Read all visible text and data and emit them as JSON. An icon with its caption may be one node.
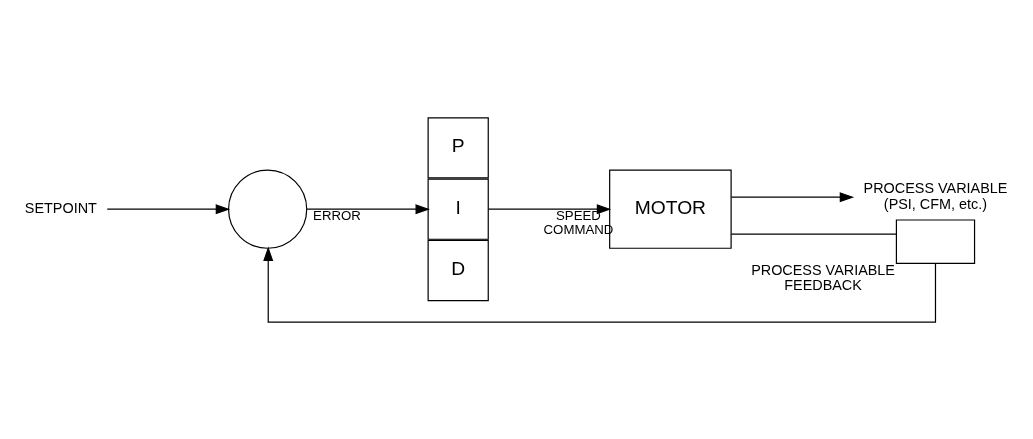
{
  "diagram": {
    "nodes": [
      {
        "text": [
          "SETPOINT"
        ]
      },
      {
        "text": [],
        "shape": "circle"
      },
      {
        "text": [
          "P"
        ]
      },
      {
        "text": [
          "I"
        ]
      },
      {
        "text": [
          "D"
        ]
      },
      {
        "text": [
          "MOTOR"
        ]
      },
      {
        "text": [
          "PROCESS VARIABLE (PSI, CFM, etc.)"
        ]
      },
      {
        "text": [],
        "shape": "box",
        "beside": [
          "PROCESS VARIABLE FEEDBACK"
        ]
      }
    ],
    "edges": [
      {
        "from": 0,
        "to": 1,
        "arrow": "to"
      },
      {
        "from": 1,
        "to": 3,
        "arrow": "to",
        "label": "ERROR"
      },
      {
        "from": 3,
        "to": 5,
        "arrow": "to",
        "label": "SPEED COMMAND"
      },
      {
        "from": 5,
        "to": 6,
        "arrow": "to"
      },
      {
        "from": 5,
        "to": 7,
        "arrow": "none"
      },
      {
        "from": 7,
        "to": 1,
        "arrow": "to"
      }
    ]
  }
}
